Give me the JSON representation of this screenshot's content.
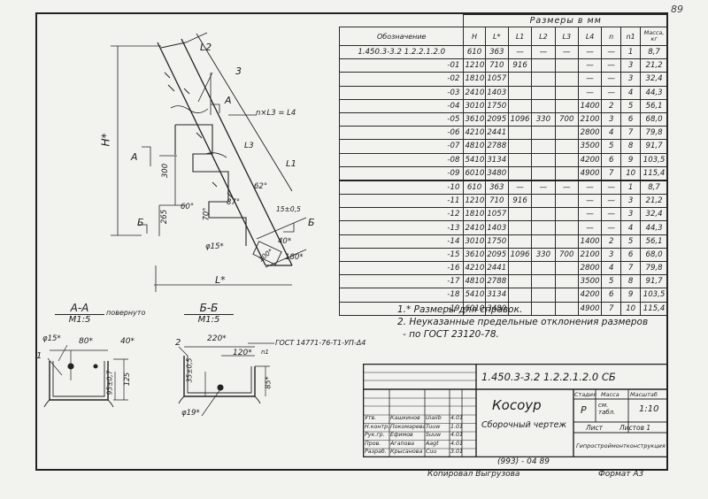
{
  "page_number": "89",
  "table": {
    "caption": "Размеры в мм",
    "headers": [
      "Обозначение",
      "Н",
      "L*",
      "L1",
      "L2",
      "L3",
      "L4",
      "n",
      "n1",
      "Масса, кг"
    ],
    "rows": [
      [
        "1.450.3-3.2  1.2.2.1.2.0",
        "610",
        "363",
        "—",
        "—",
        "—",
        "—",
        "—",
        "1",
        "8,7"
      ],
      [
        "-01",
        "1210",
        "710",
        "916",
        "",
        "",
        "—",
        "—",
        "3",
        "21,2"
      ],
      [
        "-02",
        "1810",
        "1057",
        "",
        "",
        "",
        "—",
        "—",
        "3",
        "32,4"
      ],
      [
        "-03",
        "2410",
        "1403",
        "",
        "",
        "",
        "—",
        "—",
        "4",
        "44,3"
      ],
      [
        "-04",
        "3010",
        "1750",
        "",
        "",
        "",
        "1400",
        "2",
        "5",
        "56,1"
      ],
      [
        "-05",
        "3610",
        "2095",
        "1096",
        "330",
        "700",
        "2100",
        "3",
        "6",
        "68,0"
      ],
      [
        "-06",
        "4210",
        "2441",
        "",
        "",
        "",
        "2800",
        "4",
        "7",
        "79,8"
      ],
      [
        "-07",
        "4810",
        "2788",
        "",
        "",
        "",
        "3500",
        "5",
        "8",
        "91,7"
      ],
      [
        "-08",
        "5410",
        "3134",
        "",
        "",
        "",
        "4200",
        "6",
        "9",
        "103,5"
      ],
      [
        "-09",
        "6010",
        "3480",
        "",
        "",
        "",
        "4900",
        "7",
        "10",
        "115,4"
      ],
      [
        "-10",
        "610",
        "363",
        "—",
        "—",
        "—",
        "—",
        "—",
        "1",
        "8,7"
      ],
      [
        "-11",
        "1210",
        "710",
        "916",
        "",
        "",
        "—",
        "—",
        "3",
        "21,2"
      ],
      [
        "-12",
        "1810",
        "1057",
        "",
        "",
        "",
        "—",
        "—",
        "3",
        "32,4"
      ],
      [
        "-13",
        "2410",
        "1403",
        "",
        "",
        "",
        "—",
        "—",
        "4",
        "44,3"
      ],
      [
        "-14",
        "3010",
        "1750",
        "",
        "",
        "",
        "1400",
        "2",
        "5",
        "56,1"
      ],
      [
        "-15",
        "3610",
        "2095",
        "1096",
        "330",
        "700",
        "2100",
        "3",
        "6",
        "68,0"
      ],
      [
        "-16",
        "4210",
        "2441",
        "",
        "",
        "",
        "2800",
        "4",
        "7",
        "79,8"
      ],
      [
        "-17",
        "4810",
        "2788",
        "",
        "",
        "",
        "3500",
        "5",
        "8",
        "91,7"
      ],
      [
        "-18",
        "5410",
        "3134",
        "",
        "",
        "",
        "4200",
        "6",
        "9",
        "103,5"
      ],
      [
        "-19",
        "6010",
        "3480",
        "",
        "",
        "",
        "4900",
        "7",
        "10",
        "115,4"
      ]
    ]
  },
  "notes": [
    "1.* Размеры для справок.",
    "2. Неуказанные предельные отклонения размеров",
    "  - по ГОСТ 23120-78."
  ],
  "main_view": {
    "L2": "L2",
    "part3": "3",
    "nL3": "n×L3 = L4",
    "A": "A",
    "H": "Н*",
    "A_left": "A",
    "L3": "L3",
    "L1": "L1",
    "d300": "300",
    "d265": "265",
    "d60": "60°",
    "d70": "70°",
    "d87": "87°",
    "d62": "62°",
    "d15": "15±0,5",
    "phi15": "φ15*",
    "d100": "100*",
    "d40": "40*",
    "d180": "180*",
    "B_left": "Б",
    "B_right": "Б",
    "L": "L*"
  },
  "section_aa": {
    "title": "А-А",
    "note": "повернуто",
    "scale": "М1:5",
    "part1": "1",
    "phi15": "φ15*",
    "d80": "80*",
    "d40": "40*",
    "d125": "125",
    "d95": "95±0,7"
  },
  "section_bb": {
    "title": "Б-Б",
    "scale": "М1:5",
    "gost": "ГОСТ 14771-76-Т1-УП-Δ4",
    "part2": "2",
    "d220": "220*",
    "d120": "120*",
    "d35": "35±0,5",
    "d85": "85*",
    "phi19": "φ19*",
    "n1": "n1"
  },
  "title_block": {
    "code": "1.450.3-3.2  1.2.2.1.2.0 СБ",
    "name": "Косоур",
    "doc_type": "Сборочный чертеж",
    "stage_label": "Стадия",
    "mass_label": "Масса",
    "scale_label": "Масштаб",
    "stage": "Р",
    "mass": "см. табл.",
    "scale": "1:10",
    "sheet_label": "Лист",
    "sheets_label": "Листов 1",
    "org": "Гипростроймонтконструкция",
    "people": [
      {
        "role": "Утв.",
        "name": "Кашкинов",
        "sign": "Uiaiib",
        "date": "4.01"
      },
      {
        "role": "Н.контр.",
        "name": "Покомарева",
        "sign": "Tuuw",
        "date": "1.01"
      },
      {
        "role": "Рук.гр.",
        "name": "Ефимов",
        "sign": "Suuw",
        "date": "4.01"
      },
      {
        "role": "Пров.",
        "name": "Агапова",
        "sign": "Aagt",
        "date": "4.01"
      },
      {
        "role": "Разраб.",
        "name": "Крысанова",
        "sign": "Cuu",
        "date": "3.01"
      }
    ]
  },
  "footer": {
    "date_stamp": "(993) - 04  89",
    "copied": "Копировал   Выгрузова",
    "format": "Формат   А3"
  }
}
